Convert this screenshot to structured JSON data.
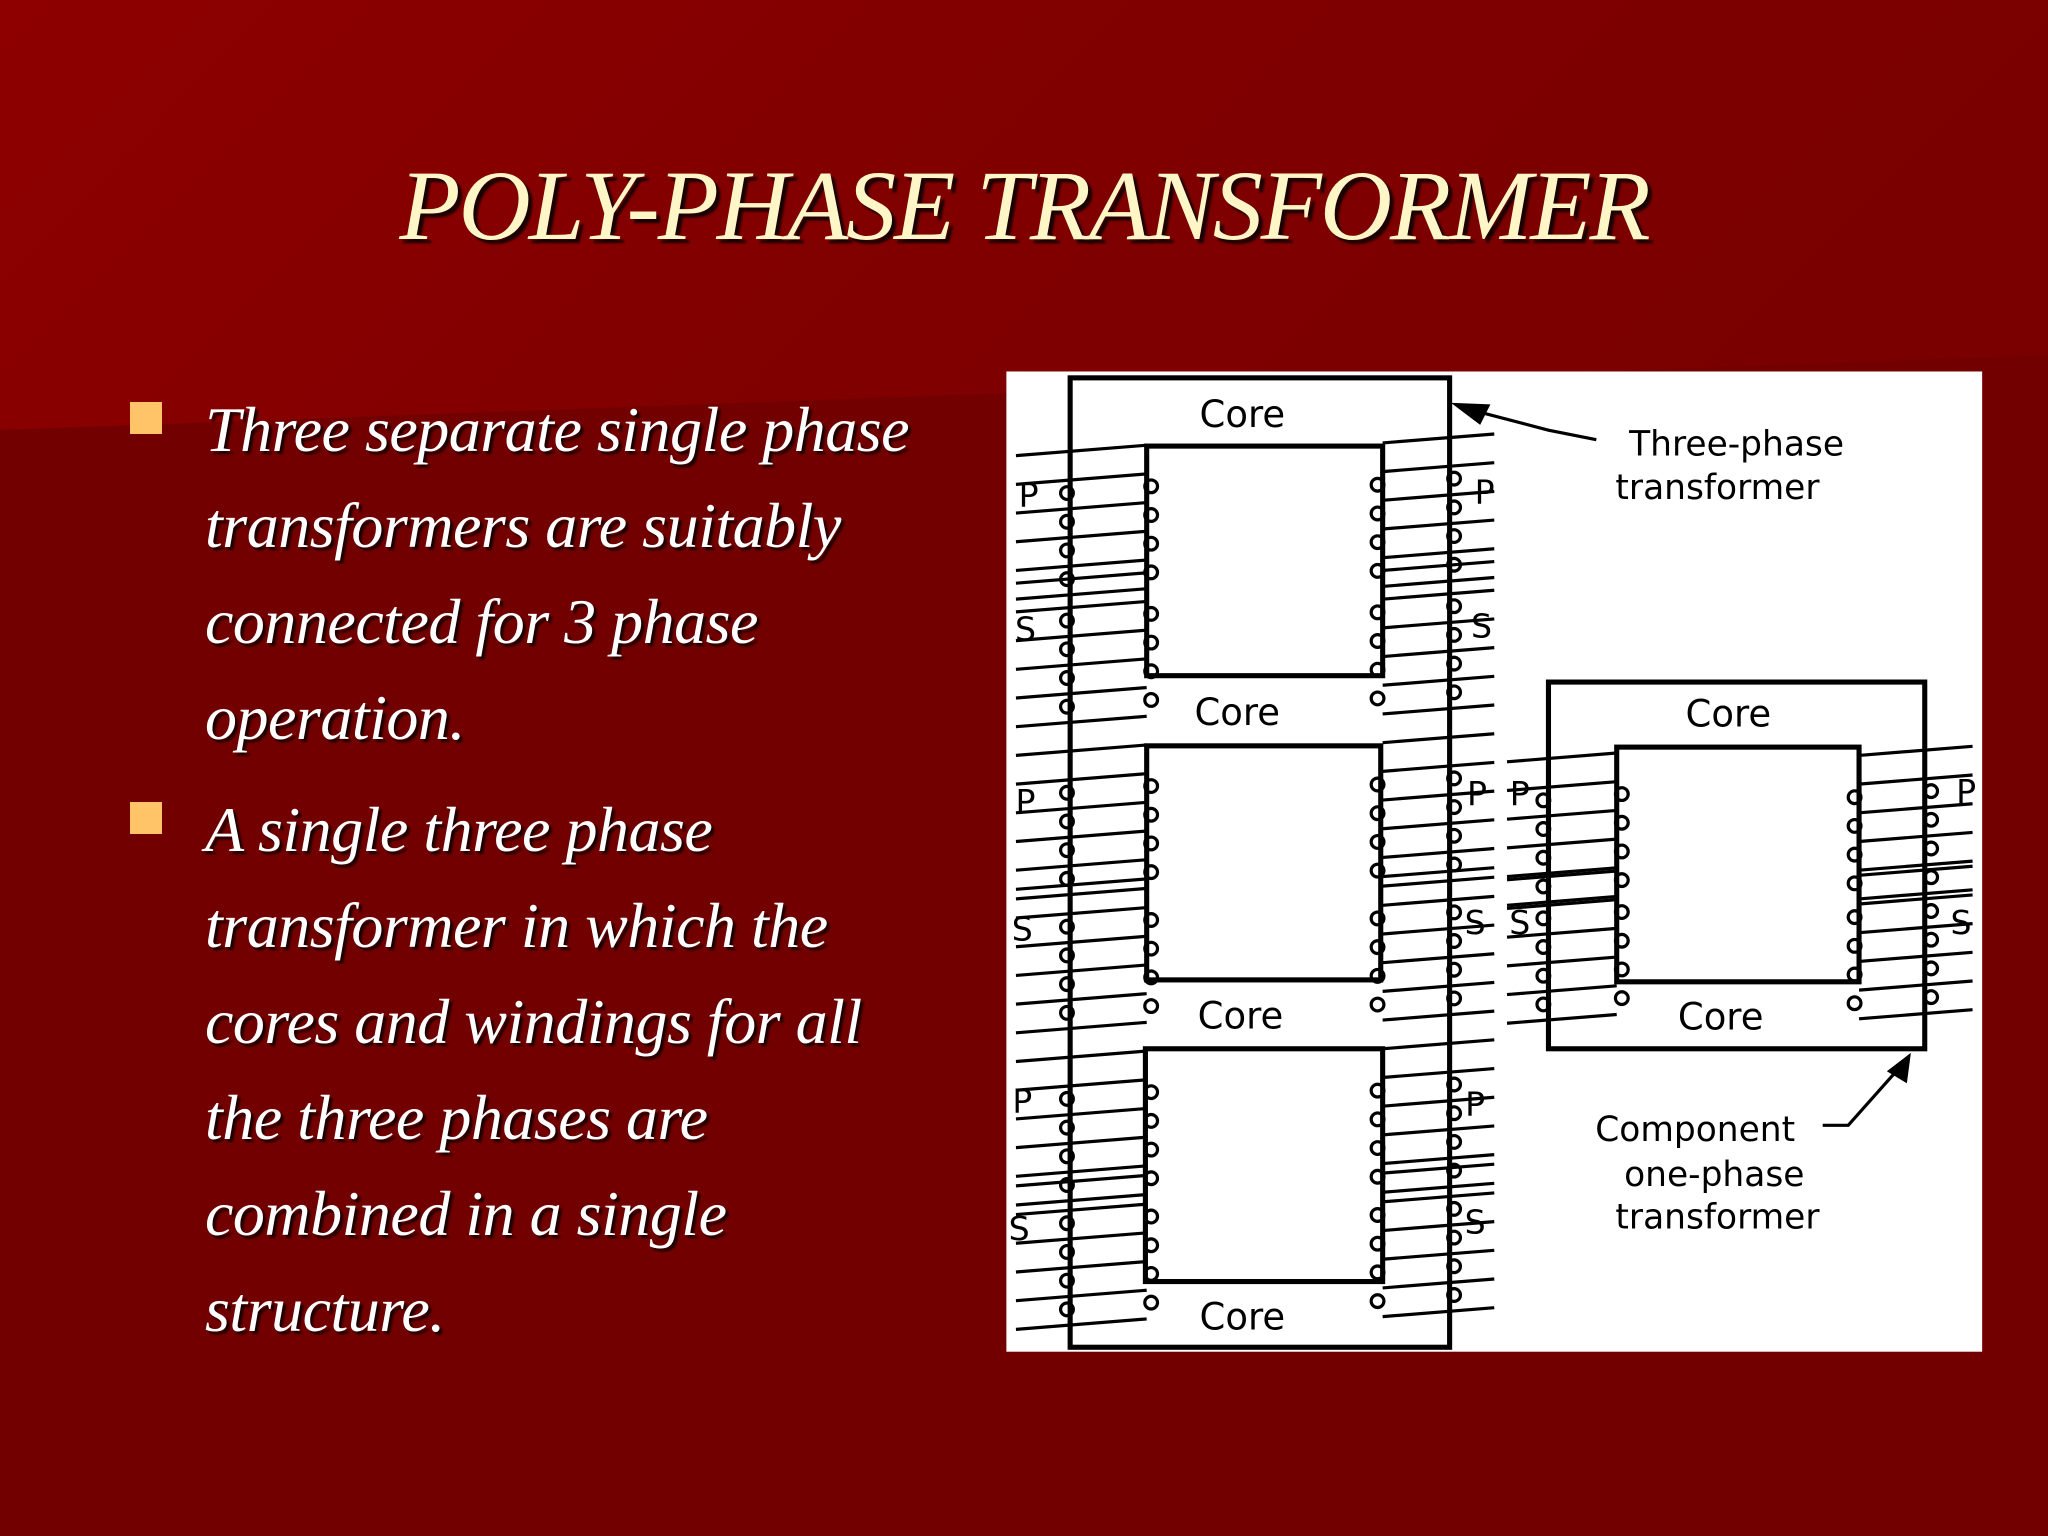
{
  "slide": {
    "title": "POLY-PHASE TRANSFORMER",
    "bullets": [
      {
        "lines": [
          "Three separate single phase",
          "transformers are suitably",
          "connected for 3 phase",
          "operation."
        ]
      },
      {
        "lines": [
          "A single three phase",
          "transformer in which the",
          "cores and windings for all",
          "the three phases are",
          "combined in a single",
          "structure."
        ]
      }
    ],
    "colors": {
      "background": "#730000",
      "title": "#fff6c8",
      "bullet": "#ffc468",
      "text": "#ffffff"
    }
  },
  "diagram": {
    "core_label": "Core",
    "primary_label": "P",
    "secondary_label": "S",
    "three_phase_label": [
      "Three-phase",
      "transformer"
    ],
    "component_label": [
      "Component",
      "one-phase",
      "transformer"
    ]
  }
}
